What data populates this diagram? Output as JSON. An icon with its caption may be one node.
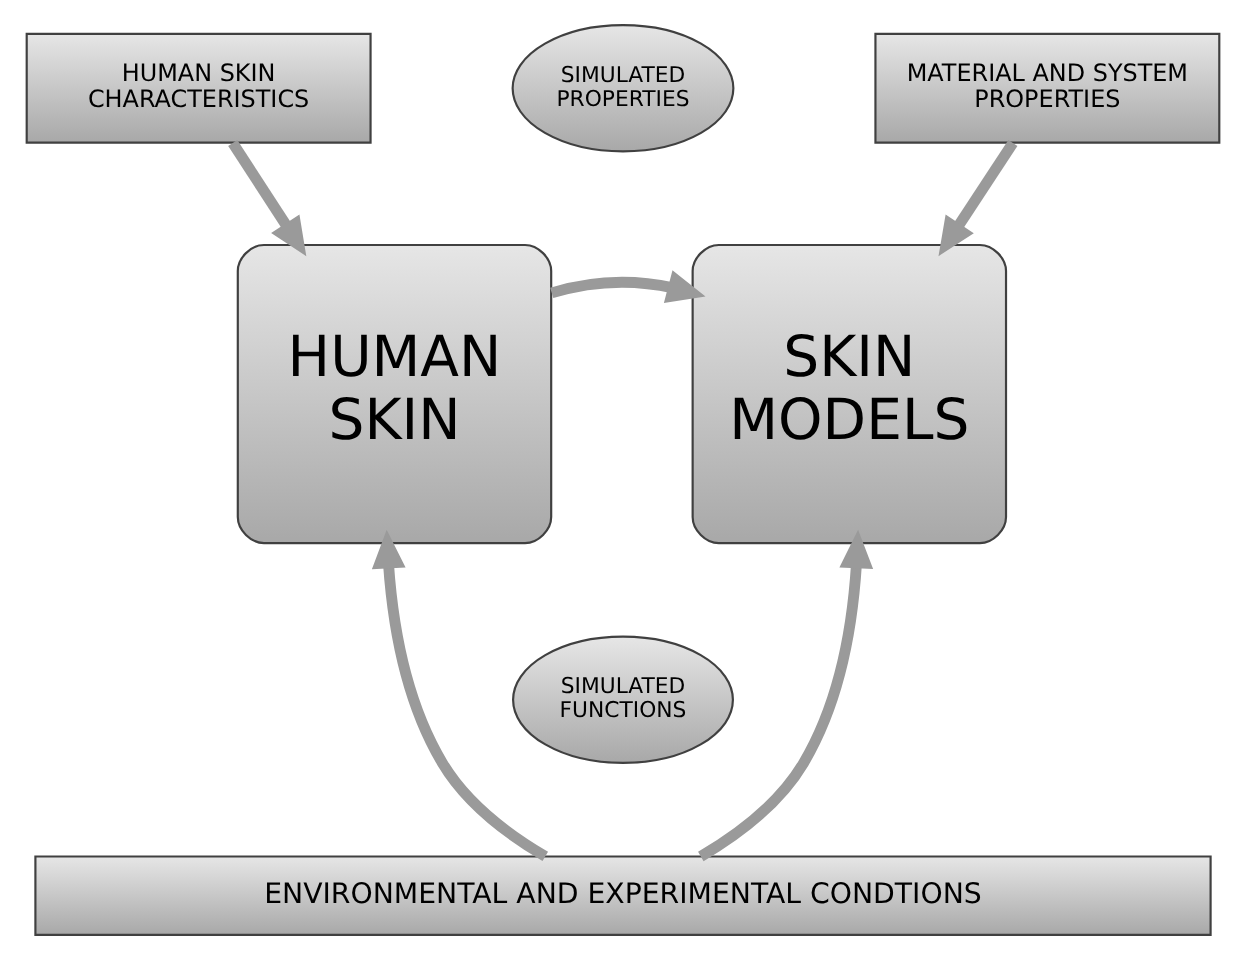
{
  "diagram": {
    "nodes": [
      {
        "text": [
          "HUMAN SKIN CHARACTERISTICS"
        ]
      },
      {
        "text": [
          "MATERIAL AND SYSTEM PROPERTIES"
        ]
      },
      {
        "text": [
          "HUMAN SKIN"
        ]
      },
      {
        "text": [
          "SIMULATED PROPERTIES"
        ]
      },
      {
        "text": [
          "SIMULATED FUNCTIONS"
        ]
      },
      {
        "text": [
          "SKIN MODELS"
        ]
      },
      {
        "text": [
          "ENVIRONMENTAL AND EXPERIMENTAL CONDTIONS"
        ]
      }
    ],
    "edges": [
      {
        "from": 0,
        "to": 2,
        "arrow": "to"
      },
      {
        "from": 1,
        "to": 5,
        "arrow": "to"
      },
      {
        "from": 2,
        "to": 5,
        "arrow": "to"
      },
      {
        "from": 6,
        "to": 2,
        "arrow": "to"
      },
      {
        "from": 6,
        "to": 5,
        "arrow": "to"
      }
    ]
  }
}
